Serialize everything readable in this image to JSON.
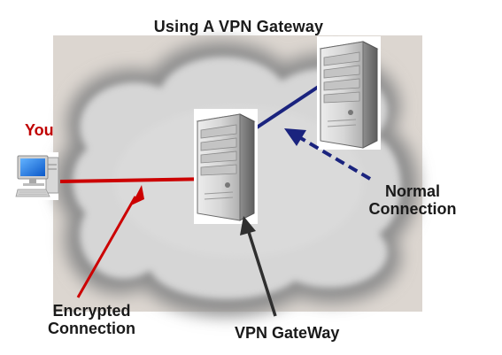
{
  "diagram": {
    "title": "Using A VPN Gateway",
    "you_label": "You",
    "normal_connection": {
      "line1": "Normal",
      "line2": "Connection"
    },
    "encrypted_connection": {
      "line1": "Encrypted",
      "line2": "Connection"
    },
    "gateway_label": "VPN GateWay"
  },
  "colors": {
    "encrypted_line": "#cc0000",
    "normal_line": "#1a237e",
    "gateway_pointer": "#2f2f2f",
    "you_label": "#c00000",
    "cloud_fill": "#d2d2d2",
    "cloud_edge": "#9a9a9a",
    "cloud_background": "#dcd6d0"
  },
  "icons": [
    "computer-icon",
    "server-icon",
    "cloud-icon"
  ]
}
